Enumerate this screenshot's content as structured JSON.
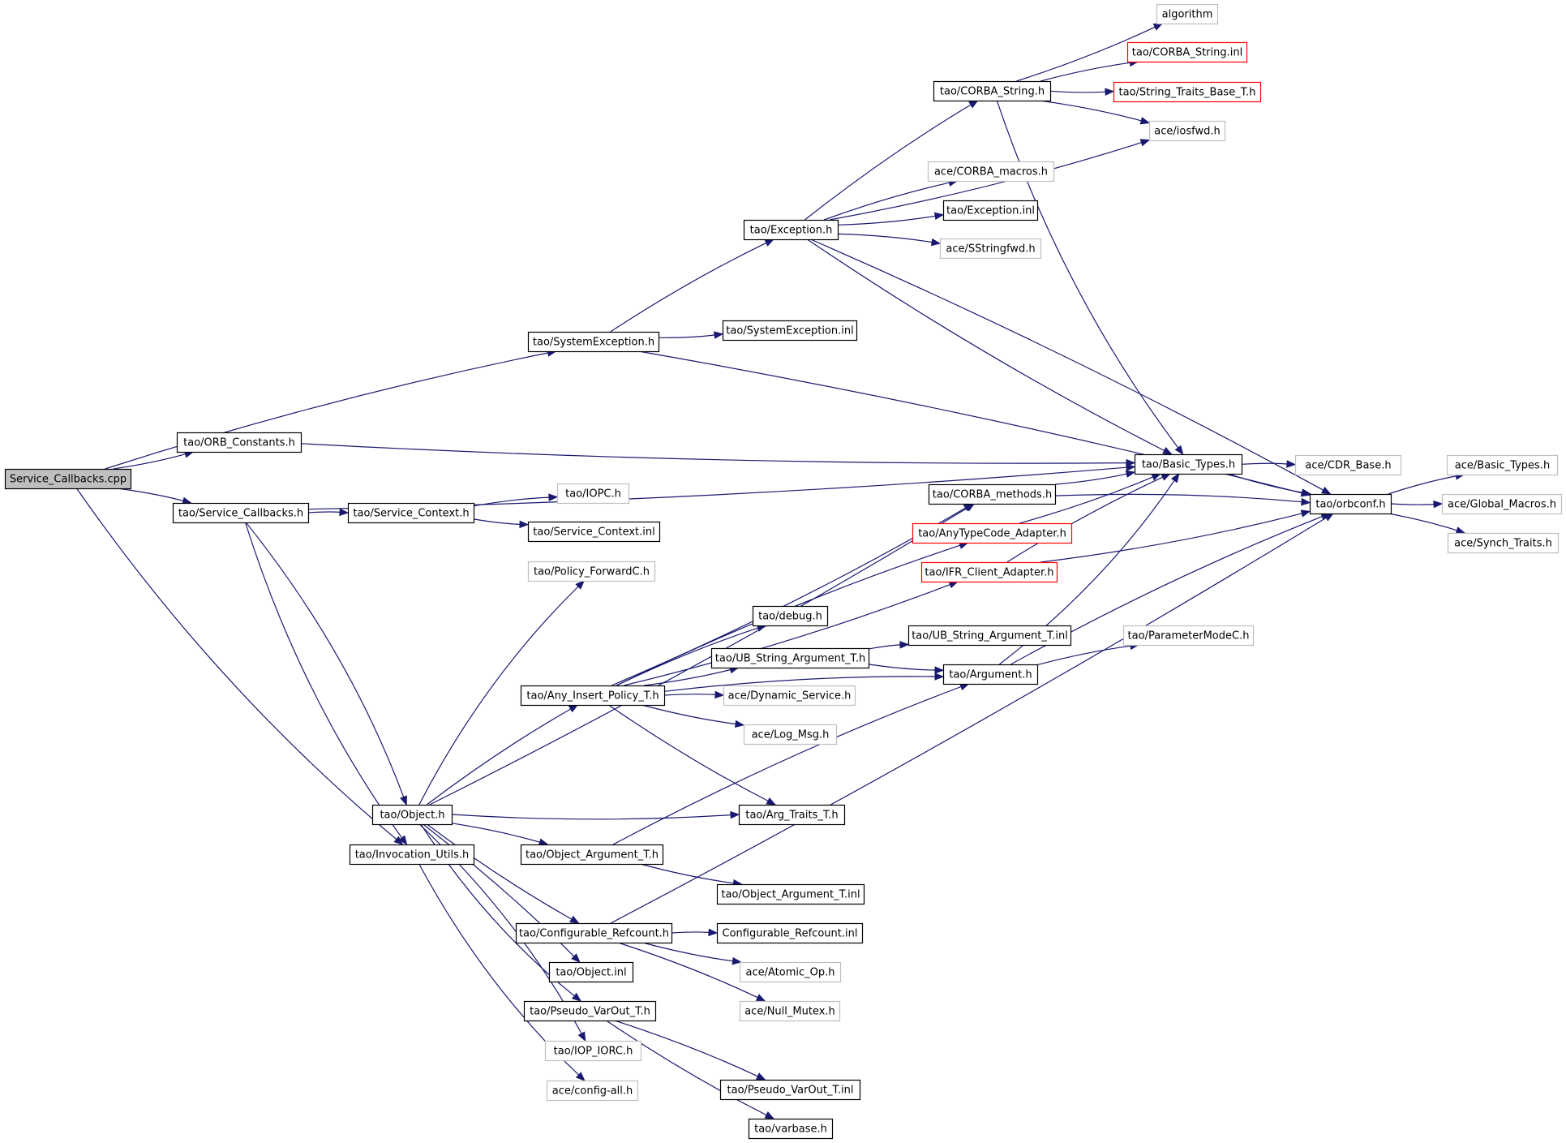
{
  "colors": {
    "edge": "#191970",
    "linked_border": "#000000",
    "external_border": "#bfbfbf",
    "truncated_border": "#ff0000",
    "root_fill": "#bfbfbf"
  },
  "nodes": [
    {
      "id": "svc_cpp",
      "label": "Service_Callbacks.cpp",
      "kind": "root"
    },
    {
      "id": "sysexc_h",
      "label": "tao/SystemException.h",
      "kind": "linked"
    },
    {
      "id": "orbconst_h",
      "label": "tao/ORB_Constants.h",
      "kind": "linked"
    },
    {
      "id": "svccb_h",
      "label": "tao/Service_Callbacks.h",
      "kind": "linked"
    },
    {
      "id": "svcctx_h",
      "label": "tao/Service_Context.h",
      "kind": "linked"
    },
    {
      "id": "iopc_h",
      "label": "tao/IOPC.h",
      "kind": "external"
    },
    {
      "id": "svcctx_inl",
      "label": "tao/Service_Context.inl",
      "kind": "linked"
    },
    {
      "id": "polfwd_h",
      "label": "tao/Policy_ForwardC.h",
      "kind": "external"
    },
    {
      "id": "exc_h",
      "label": "tao/Exception.h",
      "kind": "linked"
    },
    {
      "id": "sysexc_inl",
      "label": "tao/SystemException.inl",
      "kind": "linked"
    },
    {
      "id": "corbastr_h",
      "label": "tao/CORBA_String.h",
      "kind": "linked"
    },
    {
      "id": "algorithm",
      "label": "algorithm",
      "kind": "external"
    },
    {
      "id": "corbastr_inl",
      "label": "tao/CORBA_String.inl",
      "kind": "truncated"
    },
    {
      "id": "strtraits_h",
      "label": "tao/String_Traits_Base_T.h",
      "kind": "truncated"
    },
    {
      "id": "iosfwd_h",
      "label": "ace/iosfwd.h",
      "kind": "external"
    },
    {
      "id": "corbamac_h",
      "label": "ace/CORBA_macros.h",
      "kind": "external"
    },
    {
      "id": "exc_inl",
      "label": "tao/Exception.inl",
      "kind": "linked"
    },
    {
      "id": "sstrfwd_h",
      "label": "ace/SStringfwd.h",
      "kind": "external"
    },
    {
      "id": "basictypes_h",
      "label": "tao/Basic_Types.h",
      "kind": "linked"
    },
    {
      "id": "cdrbase_h",
      "label": "ace/CDR_Base.h",
      "kind": "external"
    },
    {
      "id": "orbconf_h",
      "label": "tao/orbconf.h",
      "kind": "linked"
    },
    {
      "id": "acebasic_h",
      "label": "ace/Basic_Types.h",
      "kind": "external"
    },
    {
      "id": "globalmac_h",
      "label": "ace/Global_Macros.h",
      "kind": "external"
    },
    {
      "id": "synch_h",
      "label": "ace/Synch_Traits.h",
      "kind": "external"
    },
    {
      "id": "corbameth_h",
      "label": "tao/CORBA_methods.h",
      "kind": "linked"
    },
    {
      "id": "anytc_h",
      "label": "tao/AnyTypeCode_Adapter.h",
      "kind": "truncated"
    },
    {
      "id": "ifr_h",
      "label": "tao/IFR_Client_Adapter.h",
      "kind": "truncated"
    },
    {
      "id": "debug_h",
      "label": "tao/debug.h",
      "kind": "linked"
    },
    {
      "id": "ubstr_h",
      "label": "tao/UB_String_Argument_T.h",
      "kind": "linked"
    },
    {
      "id": "ubstr_inl",
      "label": "tao/UB_String_Argument_T.inl",
      "kind": "linked"
    },
    {
      "id": "parammode_h",
      "label": "tao/ParameterModeC.h",
      "kind": "external"
    },
    {
      "id": "argument_h",
      "label": "tao/Argument.h",
      "kind": "linked"
    },
    {
      "id": "anyins_h",
      "label": "tao/Any_Insert_Policy_T.h",
      "kind": "linked"
    },
    {
      "id": "dynsvc_h",
      "label": "ace/Dynamic_Service.h",
      "kind": "external"
    },
    {
      "id": "logmsg_h",
      "label": "ace/Log_Msg.h",
      "kind": "external"
    },
    {
      "id": "object_h",
      "label": "tao/Object.h",
      "kind": "linked"
    },
    {
      "id": "argtraits_h",
      "label": "tao/Arg_Traits_T.h",
      "kind": "linked"
    },
    {
      "id": "invutils_h",
      "label": "tao/Invocation_Utils.h",
      "kind": "linked"
    },
    {
      "id": "objarg_h",
      "label": "tao/Object_Argument_T.h",
      "kind": "linked"
    },
    {
      "id": "objarg_inl",
      "label": "tao/Object_Argument_T.inl",
      "kind": "linked"
    },
    {
      "id": "confref_h",
      "label": "tao/Configurable_Refcount.h",
      "kind": "linked"
    },
    {
      "id": "confref_inl",
      "label": "Configurable_Refcount.inl",
      "kind": "linked"
    },
    {
      "id": "atomic_h",
      "label": "ace/Atomic_Op.h",
      "kind": "external"
    },
    {
      "id": "object_inl",
      "label": "tao/Object.inl",
      "kind": "linked"
    },
    {
      "id": "nullmutex_h",
      "label": "ace/Null_Mutex.h",
      "kind": "external"
    },
    {
      "id": "pseudo_h",
      "label": "tao/Pseudo_VarOut_T.h",
      "kind": "linked"
    },
    {
      "id": "ioporc_h",
      "label": "tao/IOP_IORC.h",
      "kind": "external"
    },
    {
      "id": "pseudo_inl",
      "label": "tao/Pseudo_VarOut_T.inl",
      "kind": "linked"
    },
    {
      "id": "configall_h",
      "label": "ace/config-all.h",
      "kind": "external"
    },
    {
      "id": "varbase_h",
      "label": "tao/varbase.h",
      "kind": "linked"
    }
  ],
  "edges": [
    [
      "svc_cpp",
      "sysexc_h"
    ],
    [
      "svc_cpp",
      "orbconst_h"
    ],
    [
      "svc_cpp",
      "svccb_h"
    ],
    [
      "svc_cpp",
      "invutils_h"
    ],
    [
      "sysexc_h",
      "exc_h"
    ],
    [
      "sysexc_h",
      "sysexc_inl"
    ],
    [
      "sysexc_h",
      "orbconf_h"
    ],
    [
      "orbconst_h",
      "basictypes_h"
    ],
    [
      "svccb_h",
      "svcctx_h"
    ],
    [
      "svccb_h",
      "basictypes_h"
    ],
    [
      "svccb_h",
      "object_h"
    ],
    [
      "svccb_h",
      "invutils_h"
    ],
    [
      "svcctx_h",
      "iopc_h"
    ],
    [
      "svcctx_h",
      "svcctx_inl"
    ],
    [
      "exc_h",
      "corbastr_h"
    ],
    [
      "exc_h",
      "iosfwd_h"
    ],
    [
      "exc_h",
      "corbamac_h"
    ],
    [
      "exc_h",
      "exc_inl"
    ],
    [
      "exc_h",
      "sstrfwd_h"
    ],
    [
      "exc_h",
      "basictypes_h"
    ],
    [
      "exc_h",
      "orbconf_h"
    ],
    [
      "corbastr_h",
      "algorithm"
    ],
    [
      "corbastr_h",
      "corbastr_inl"
    ],
    [
      "corbastr_h",
      "strtraits_h"
    ],
    [
      "corbastr_h",
      "iosfwd_h"
    ],
    [
      "corbastr_h",
      "basictypes_h"
    ],
    [
      "basictypes_h",
      "cdrbase_h"
    ],
    [
      "basictypes_h",
      "orbconf_h"
    ],
    [
      "orbconf_h",
      "acebasic_h"
    ],
    [
      "orbconf_h",
      "globalmac_h"
    ],
    [
      "orbconf_h",
      "synch_h"
    ],
    [
      "corbameth_h",
      "basictypes_h"
    ],
    [
      "corbameth_h",
      "orbconf_h"
    ],
    [
      "anytc_h",
      "basictypes_h"
    ],
    [
      "ifr_h",
      "basictypes_h"
    ],
    [
      "ifr_h",
      "orbconf_h"
    ],
    [
      "ubstr_h",
      "ubstr_inl"
    ],
    [
      "ubstr_h",
      "argument_h"
    ],
    [
      "argument_h",
      "parammode_h"
    ],
    [
      "argument_h",
      "basictypes_h"
    ],
    [
      "argument_h",
      "orbconf_h"
    ],
    [
      "anyins_h",
      "corbameth_h"
    ],
    [
      "anyins_h",
      "anytc_h"
    ],
    [
      "anyins_h",
      "ifr_h"
    ],
    [
      "anyins_h",
      "debug_h"
    ],
    [
      "anyins_h",
      "ubstr_h"
    ],
    [
      "anyins_h",
      "dynsvc_h"
    ],
    [
      "anyins_h",
      "logmsg_h"
    ],
    [
      "anyins_h",
      "argument_h"
    ],
    [
      "anyins_h",
      "argtraits_h"
    ],
    [
      "object_h",
      "polfwd_h"
    ],
    [
      "object_h",
      "corbameth_h"
    ],
    [
      "object_h",
      "anyins_h"
    ],
    [
      "object_h",
      "argtraits_h"
    ],
    [
      "object_h",
      "objarg_h"
    ],
    [
      "object_h",
      "confref_h"
    ],
    [
      "object_h",
      "object_inl"
    ],
    [
      "object_h",
      "pseudo_h"
    ],
    [
      "object_h",
      "ioporc_h"
    ],
    [
      "invutils_h",
      "configall_h"
    ],
    [
      "objarg_h",
      "argument_h"
    ],
    [
      "objarg_h",
      "objarg_inl"
    ],
    [
      "confref_h",
      "confref_inl"
    ],
    [
      "confref_h",
      "atomic_h"
    ],
    [
      "confref_h",
      "nullmutex_h"
    ],
    [
      "confref_h",
      "orbconf_h"
    ],
    [
      "pseudo_h",
      "pseudo_inl"
    ],
    [
      "pseudo_h",
      "varbase_h"
    ]
  ]
}
